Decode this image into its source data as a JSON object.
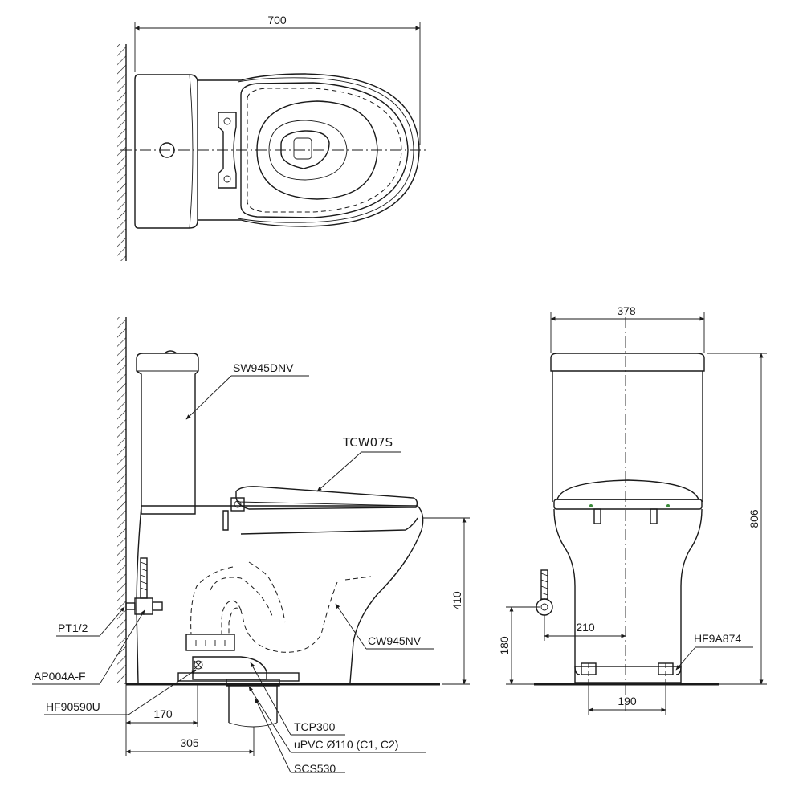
{
  "dimensions": {
    "top_width": "700",
    "side_width": "378",
    "overall_height": "806",
    "rim_height": "410",
    "inlet_height": "180",
    "inlet_offset": "210",
    "foot_spacing": "190",
    "outlet_to_wall": "170",
    "outlet_center": "305"
  },
  "parts": {
    "tank": "SW945DNV",
    "seat": "TCW07S",
    "bowl": "CW945NV",
    "valve_thread": "PT1/2",
    "angle_valve": "AP004A-F",
    "flange": "HF90590U",
    "adapter": "TCP300",
    "pipe": "uPVC Ø110 (C1, C2)",
    "seal": "SCS530",
    "bolt_kit": "HF9A874"
  }
}
